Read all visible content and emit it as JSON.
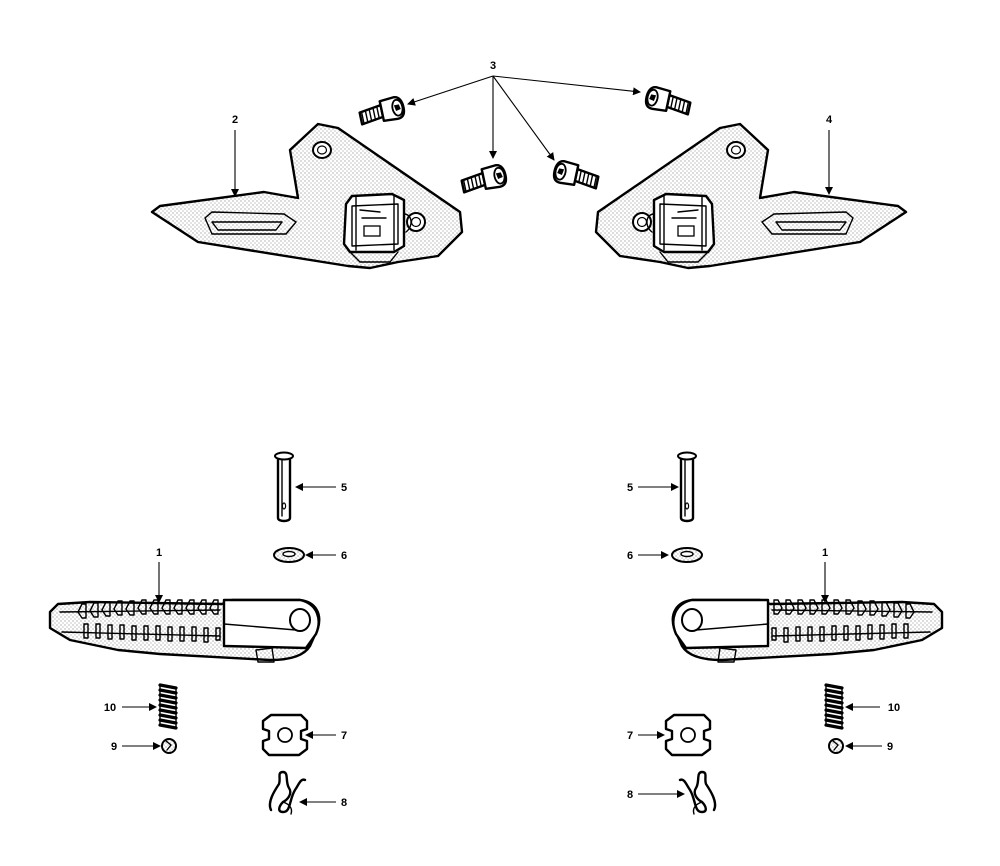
{
  "diagram": {
    "background": "#ffffff",
    "line_color": "#000000",
    "callouts": {
      "c1_left": "1",
      "c1_right": "1",
      "c2": "2",
      "c3": "3",
      "c4": "4",
      "c5_left": "5",
      "c5_right": "5",
      "c6_left": "6",
      "c6_right": "6",
      "c7_left": "7",
      "c7_right": "7",
      "c8_left": "8",
      "c8_right": "8",
      "c9_left": "9",
      "c9_right": "9",
      "c10_left": "10",
      "c10_right": "10"
    }
  }
}
